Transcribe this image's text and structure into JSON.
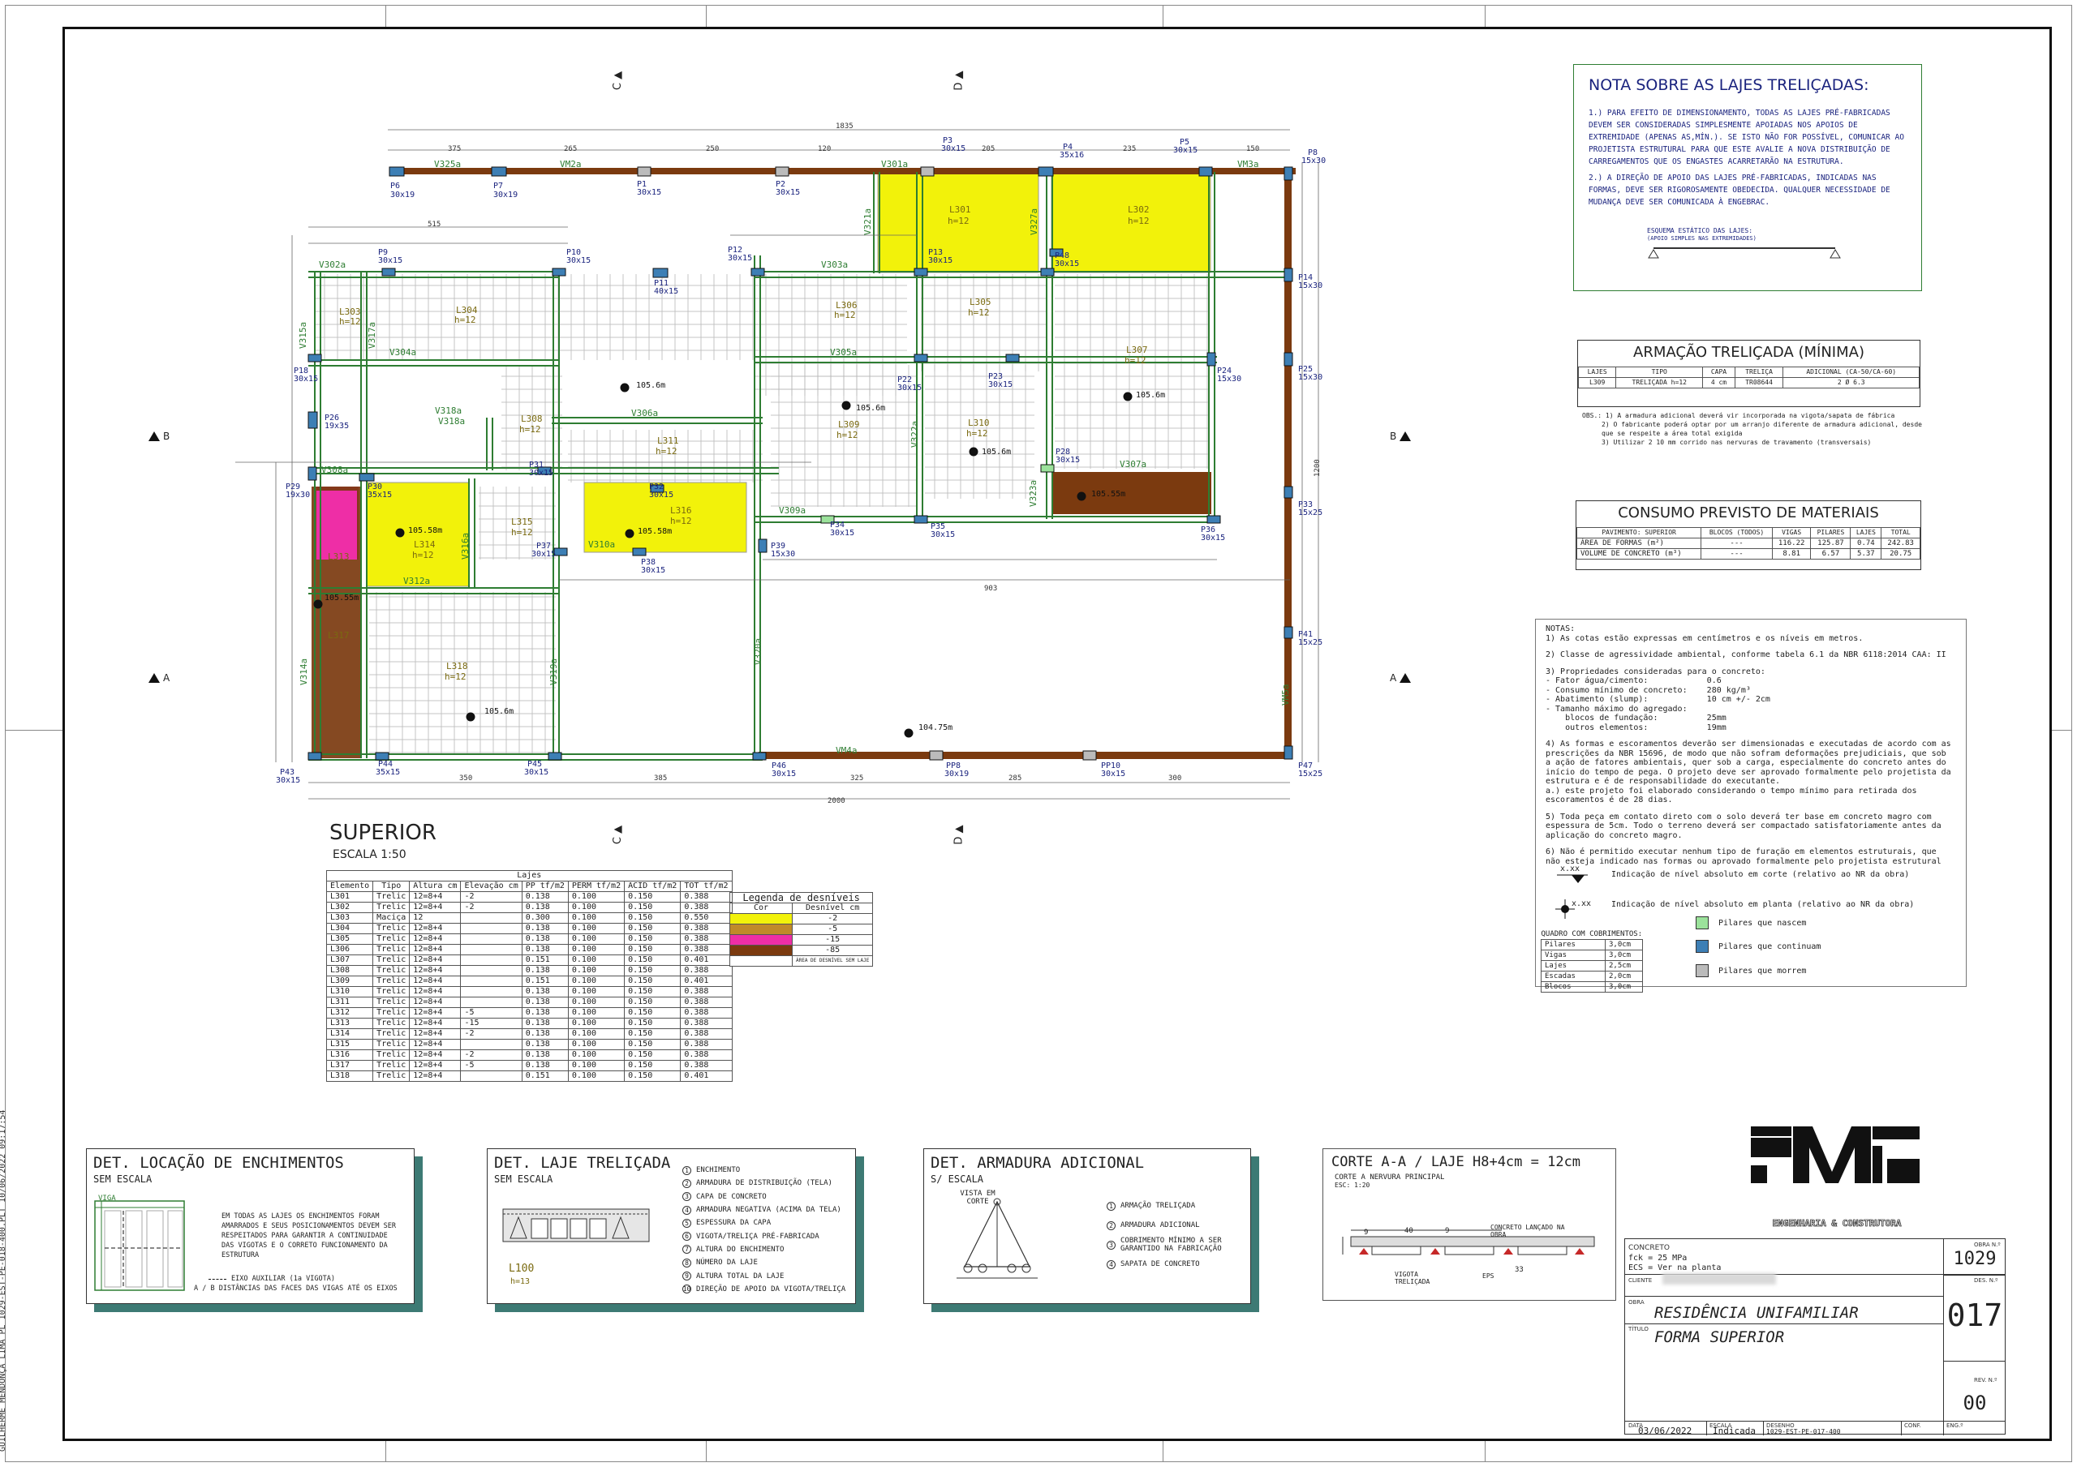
{
  "page": {
    "side_text": "GUILHERME MENDONÇA LIMA PL 1029-EST-PE-018-400.PLT 10/06/2022 09:17:54"
  },
  "plan": {
    "title": "SUPERIOR",
    "scale": "ESCALA 1:50",
    "section_labels": {
      "A": "A",
      "B": "B",
      "C": "C",
      "D": "D"
    },
    "total_width": "2000",
    "top_total": "1835",
    "right_total": "1200",
    "pillars": [
      "P1 30x15",
      "P2 30x15",
      "P3 30x15",
      "P4 35x16",
      "P5 30x15",
      "P6 30x19",
      "P7 30x19",
      "P8 15x30",
      "P9 30x15",
      "P10 30x15",
      "P11 40x15",
      "P12 30x15",
      "P13 30x15",
      "P14 15x30",
      "P18 30x15",
      "P22 30x15",
      "P23 30x15",
      "P24 15x30",
      "P25 15x30",
      "P26 19x35",
      "P28 30x15",
      "P29 19x30",
      "P30 35x15",
      "P31 30x15",
      "P32 30x15",
      "P33 15x25",
      "P34 30x15",
      "P35 30x15",
      "P36 30x15",
      "P37 30x15",
      "P38 30x15",
      "P39 15x30",
      "P41 15x25",
      "P43 30x15",
      "P44 35x15",
      "P45 30x15",
      "P46 30x15",
      "P47 15x25",
      "P48 30x15",
      "PP8 30x19",
      "PP10 30x15"
    ],
    "beams": [
      "V301a",
      "V302a",
      "V303a",
      "V304a",
      "V305a",
      "V306a",
      "V307a",
      "V308a",
      "V309a",
      "V310a",
      "V312a",
      "V315a",
      "V317a",
      "V318a",
      "V319a",
      "V320a",
      "V321a",
      "V322a",
      "V323a",
      "V325a",
      "V327a",
      "VM2a",
      "VM3a",
      "VM4a",
      "VM5a"
    ],
    "slabs": [
      "L301 h=12",
      "L302 h=12",
      "L303 h=12",
      "L304 h=12",
      "L305 h=12",
      "L306 h=12",
      "L307 h=12",
      "L308 h=12",
      "L309 h=12",
      "L310 h=12",
      "L311 h=12",
      "L312",
      "L313",
      "L314",
      "L315 h=12",
      "L316",
      "L317",
      "L318 h=12"
    ],
    "levels": [
      "105.6m",
      "105.55m",
      "105.58m",
      "104.75m",
      "105.58m"
    ]
  },
  "note_lajes": {
    "title": "NOTA SOBRE AS LAJES TRELIÇADAS:",
    "p1": "1.) PARA EFEITO DE DIMENSIONAMENTO, TODAS AS LAJES PRÉ-FABRICADAS DEVEM SER CONSIDERADAS SIMPLESMENTE APOIADAS NOS APOIOS DE EXTREMIDADE (APENAS AS,MÍN.). SE ISTO NÃO FOR POSSÍVEL, COMUNICAR AO PROJETISTA ESTRUTURAL PARA QUE ESTE AVALIE A NOVA DISTRIBUIÇÃO DE CARREGAMENTOS QUE OS ENGASTES ACARRETARÃO NA ESTRUTURA.",
    "p2": "2.) A DIREÇÃO DE APOIO DAS LAJES PRÉ-FABRICADAS, INDICADAS NAS FORMAS, DEVE SER RIGOROSAMENTE OBEDECIDA. QUALQUER NECESSIDADE DE MUDANÇA DEVE SER COMUNICADA À ENGEBRAC.",
    "scheme_title": "ESQUEMA ESTÁTICO DAS LAJES:",
    "scheme_sub": "(APOIO SIMPLES NAS EXTREMIDADES)"
  },
  "armacao": {
    "title": "ARMAÇÃO TRELIÇADA (MÍNIMA)",
    "headers": [
      "LAJES",
      "TIPO",
      "CAPA",
      "TRELIÇA",
      "ADICIONAL (CA-50/CA-60)"
    ],
    "row": [
      "L309",
      "TRELIÇADA h=12",
      "4 cm",
      "TR08644",
      "2 Ø 6.3"
    ],
    "obs1": "OBS.: 1) A armadura adicional deverá vir incorporada na vigota/sapata de fábrica",
    "obs2": "2) O fabricante poderá optar por um arranjo diferente de armadura adicional, desde que se respeite a área total exigida",
    "obs3": "3) Utilizar 2 10 mm corrido nas nervuras de travamento (transversais)"
  },
  "consumo": {
    "title": "CONSUMO PREVISTO DE MATERIAIS",
    "headers": [
      "PAVIMENTO: SUPERIOR",
      "BLOCOS (TODOS)",
      "VIGAS",
      "PILARES",
      "LAJES",
      "TOTAL"
    ],
    "rows": [
      [
        "ÁREA DE FORMAS (m²)",
        "---",
        "116.22",
        "125.87",
        "0.74",
        "242.83"
      ],
      [
        "VOLUME DE CONCRETO (m³)",
        "---",
        "8.81",
        "6.57",
        "5.37",
        "20.75"
      ]
    ]
  },
  "notas": {
    "title": "NOTAS:",
    "n1": "1) As cotas estão expressas em centímetros e os níveis em metros.",
    "n2": "2) Classe de agressividade ambiental, conforme tabela 6.1 da NBR 6118:2014 CAA: II",
    "n3": "3) Propriedades consideradas para o concreto:",
    "n3a": "- Fator água/cimento:            0.6",
    "n3b": "- Consumo mínimo de concreto:    280 kg/m³",
    "n3c": "- Abatimento (slump):            10 cm +/- 2cm",
    "n3d": "- Tamanho máximo do agregado:",
    "n3e": "    blocos de fundação:          25mm",
    "n3f": "    outros elementos:            19mm",
    "n4": "4) As formas e escoramentos deverão ser dimensionadas e executadas de acordo com as prescrições da NBR 15696, de modo que não sofram deformações prejudiciais, que sob a ação de fatores ambientais, quer sob a carga, especialmente do concreto antes do início do tempo de pega. O projeto deve ser aprovado formalmente pelo projetista da estrutura e é de responsabilidade do executante.",
    "n4a": "a.) este projeto foi elaborado considerando o tempo mínimo para retirada dos escoramentos é de 28 dias.",
    "n5": "5) Toda peça em contato direto com o solo deverá ter base em concreto magro com espessura de 5cm. Todo o terreno deverá ser compactado satisfatoriamente antes da aplicação do concreto magro.",
    "n6": "6) Não é permitido executar nenhum tipo de furação em elementos estruturais, que não esteja indicado nas formas ou aprovado formalmente pelo projetista estrutural",
    "sym1": "Indicação de nível absoluto em corte (relativo ao NR da obra)",
    "sym2": "Indicação de nível absoluto em planta (relativo ao NR da obra)",
    "sym_val": "x.xx",
    "cobrimentos_title": "QUADRO COM COBRIMENTOS:",
    "cobrimentos": [
      [
        "Pilares",
        "3,0cm"
      ],
      [
        "Vigas",
        "3,0cm"
      ],
      [
        "Lajes",
        "2,5cm"
      ],
      [
        "Escadas",
        "2,0cm"
      ],
      [
        "Blocos",
        "3,0cm"
      ]
    ],
    "pil1": "Pilares que nascem",
    "pil2": "Pilares que continuam",
    "pil3": "Pilares que morrem"
  },
  "lajes_table": {
    "title": "Lajes",
    "headers": [
      "Elemento",
      "Tipo",
      "Altura cm",
      "Elevação cm",
      "PP tf/m2",
      "PERM tf/m2",
      "ACID tf/m2",
      "TOT tf/m2"
    ],
    "rows": [
      [
        "L301",
        "Trelic",
        "12=8+4",
        "-2",
        "0.138",
        "0.100",
        "0.150",
        "0.388"
      ],
      [
        "L302",
        "Trelic",
        "12=8+4",
        "-2",
        "0.138",
        "0.100",
        "0.150",
        "0.388"
      ],
      [
        "L303",
        "Maciça",
        "12",
        "",
        "0.300",
        "0.100",
        "0.150",
        "0.550"
      ],
      [
        "L304",
        "Trelic",
        "12=8+4",
        "",
        "0.138",
        "0.100",
        "0.150",
        "0.388"
      ],
      [
        "L305",
        "Trelic",
        "12=8+4",
        "",
        "0.138",
        "0.100",
        "0.150",
        "0.388"
      ],
      [
        "L306",
        "Trelic",
        "12=8+4",
        "",
        "0.138",
        "0.100",
        "0.150",
        "0.388"
      ],
      [
        "L307",
        "Trelic",
        "12=8+4",
        "",
        "0.151",
        "0.100",
        "0.150",
        "0.401"
      ],
      [
        "L308",
        "Trelic",
        "12=8+4",
        "",
        "0.138",
        "0.100",
        "0.150",
        "0.388"
      ],
      [
        "L309",
        "Trelic",
        "12=8+4",
        "",
        "0.151",
        "0.100",
        "0.150",
        "0.401"
      ],
      [
        "L310",
        "Trelic",
        "12=8+4",
        "",
        "0.138",
        "0.100",
        "0.150",
        "0.388"
      ],
      [
        "L311",
        "Trelic",
        "12=8+4",
        "",
        "0.138",
        "0.100",
        "0.150",
        "0.388"
      ],
      [
        "L312",
        "Trelic",
        "12=8+4",
        "-5",
        "0.138",
        "0.100",
        "0.150",
        "0.388"
      ],
      [
        "L313",
        "Trelic",
        "12=8+4",
        "-15",
        "0.138",
        "0.100",
        "0.150",
        "0.388"
      ],
      [
        "L314",
        "Trelic",
        "12=8+4",
        "-2",
        "0.138",
        "0.100",
        "0.150",
        "0.388"
      ],
      [
        "L315",
        "Trelic",
        "12=8+4",
        "",
        "0.138",
        "0.100",
        "0.150",
        "0.388"
      ],
      [
        "L316",
        "Trelic",
        "12=8+4",
        "-2",
        "0.138",
        "0.100",
        "0.150",
        "0.388"
      ],
      [
        "L317",
        "Trelic",
        "12=8+4",
        "-5",
        "0.138",
        "0.100",
        "0.150",
        "0.388"
      ],
      [
        "L318",
        "Trelic",
        "12=8+4",
        "",
        "0.151",
        "0.100",
        "0.150",
        "0.401"
      ]
    ]
  },
  "desniveis": {
    "title": "Legenda de desníveis",
    "headers": [
      "Cor",
      "Desnível cm"
    ],
    "rows": [
      [
        "#f2f20a",
        "-2"
      ],
      [
        "#c08a2a",
        "-5"
      ],
      [
        "#ee2ea6",
        "-15"
      ],
      [
        "#7b3a0f",
        "-85"
      ]
    ],
    "footer": "ÁREA DE DESNÍVEL SEM LAJE"
  },
  "det_enchimentos": {
    "title": "DET. LOCAÇÃO DE ENCHIMENTOS",
    "sub": "SEM ESCALA",
    "viga": "VIGA",
    "text": "EM TODAS AS LAJES OS ENCHIMENTOS FORAM AMARRADOS E SEUS POSICIONAMENTOS DEVEM SER RESPEITADOS PARA GARANTIR A CONTINUIDADE DAS VIGOTAS E O CORRETO FUNCIONAMENTO DA ESTRUTURA",
    "legend1": "EIXO AUXILIAR (1a VIGOTA)",
    "legend2": "A / B DISTÂNCIAS DAS FACES DAS VIGAS ATÉ OS EIXOS"
  },
  "det_laje": {
    "title": "DET. LAJE TRELIÇADA",
    "sub": "SEM ESCALA",
    "label_l": "L100",
    "label_h": "h=13",
    "items": [
      "ENCHIMENTO",
      "ARMADURA DE DISTRIBUIÇÃO (TELA)",
      "CAPA DE CONCRETO",
      "ARMADURA NEGATIVA (ACIMA DA TELA)",
      "ESPESSURA DA CAPA",
      "VIGOTA/TRELIÇA PRÉ-FABRICADA",
      "ALTURA DO ENCHIMENTO",
      "NÚMERO DA LAJE",
      "ALTURA TOTAL DA LAJE",
      "DIREÇÃO DE APOIO DA VIGOTA/TRELIÇA"
    ]
  },
  "det_armadura": {
    "title": "DET. ARMADURA ADICIONAL",
    "sub": "S/ ESCALA",
    "vista": "VISTA EM CORTE",
    "items": [
      "ARMAÇÃO TRELIÇADA",
      "ARMADURA ADICIONAL",
      "COBRIMENTO MÍNIMO A SER GARANTIDO NA FABRICAÇÃO",
      "SAPATA DE CONCRETO"
    ]
  },
  "corte": {
    "title": "CORTE A-A / LAJE H8+4cm = 12cm",
    "sub1": "CORTE A NERVURA PRINCIPAL",
    "sub2": "ESC: 1:20",
    "concreto": "CONCRETO LANÇADO NA OBRA",
    "vigota": "VIGOTA TRELIÇADA",
    "eps": "EPS",
    "dims": [
      "9",
      "40",
      "9",
      "33"
    ]
  },
  "logo": {
    "sub": "ENGENHARIA & CONSTRUTORA"
  },
  "title_block": {
    "concreto_lbl": "CONCRETO",
    "fck": "fck = 25   MPa",
    "ecs": "ECS = Ver na planta",
    "obra_n_lbl": "OBRA N.º",
    "obra_n": "1029",
    "cliente_lbl": "CLIENTE",
    "des_n_lbl": "DES. N.º",
    "des_n": "017",
    "obra_lbl": "OBRA",
    "obra": "RESIDÊNCIA UNIFAMILIAR",
    "titulo_lbl": "TÍTULO",
    "titulo": "FORMA SUPERIOR",
    "rev_lbl": "REV. N.º",
    "rev": "00",
    "data_lbl": "DATA",
    "data": "03/06/2022",
    "escala_lbl": "ESCALA",
    "escala": "Indicada",
    "desenho_lbl": "DESENHO",
    "desenho": "1029-EST-PE-017-400",
    "conf_lbl": "CONF.",
    "eng_lbl": "ENG.º"
  },
  "colors": {
    "yellow": "#f2f20a",
    "magenta": "#ee2ea6",
    "brown": "#7b3a0f",
    "green_line": "#2e7d32",
    "pillar_blue": "#3d7fb5",
    "dim_blue": "#1a237e",
    "teal_shadow": "#3d7a74"
  }
}
